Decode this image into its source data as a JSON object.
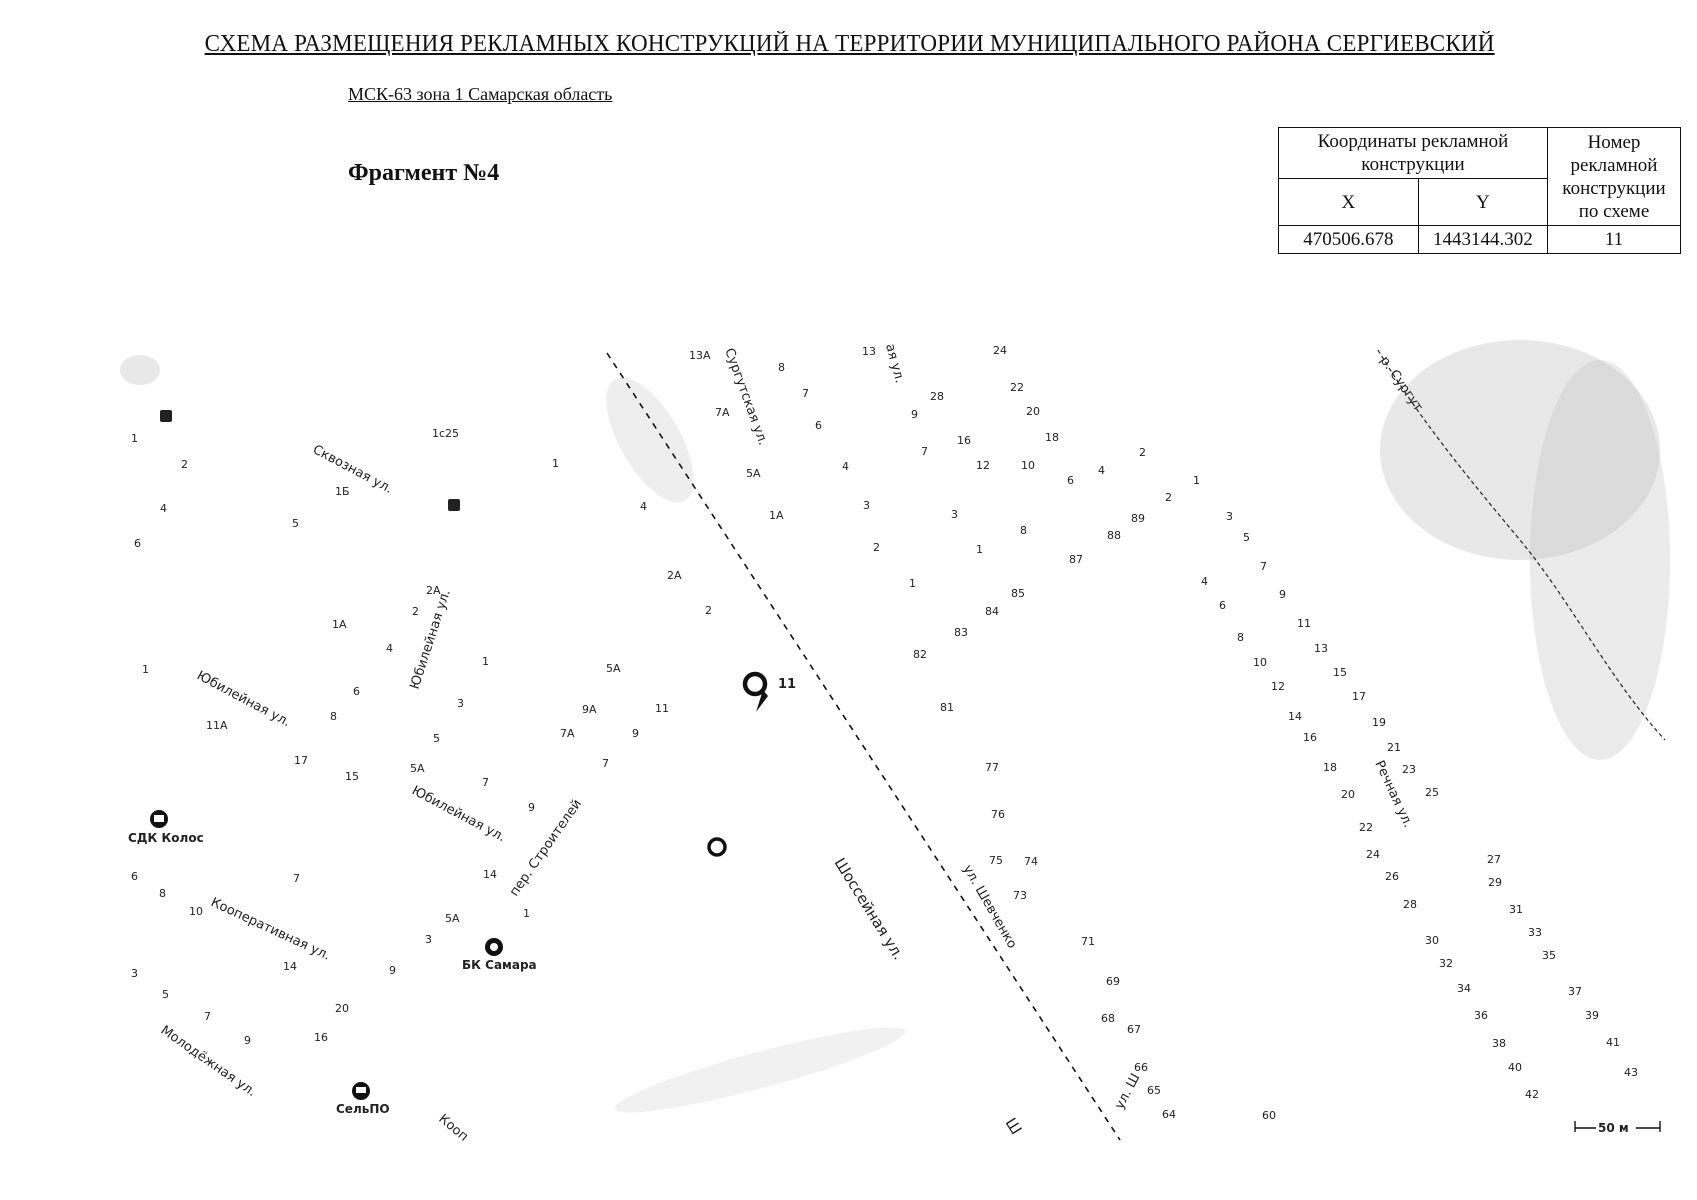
{
  "title": "СХЕМА РАЗМЕЩЕНИЯ РЕКЛАМНЫХ КОНСТРУКЦИЙ НА ТЕРРИТОРИИ МУНИЦИПАЛЬНОГО РАЙОНА СЕРГИЕВСКИЙ",
  "subtitle": "МСК-63 зона 1 Самарская область",
  "fragment": "Фрагмент №4",
  "table": {
    "header_coords": "Координаты рекламной конструкции",
    "header_number": "Номер рекламной конструкции по схеме",
    "col_x": "X",
    "col_y": "Y",
    "rows": [
      {
        "x": "470506.678",
        "y": "1443144.302",
        "num": "11"
      }
    ]
  },
  "map": {
    "marker_label": "11",
    "streets": {
      "skvoznaya": "Сквозная ул.",
      "surgutskaya": "Сургутская ул.",
      "top_partial": "ая ул.",
      "surgut_river": "р. Сургут",
      "yubileynaya_v": "Юбилейная ул.",
      "yubileynaya_1": "Юбилейная ул.",
      "yubileynaya_2": "Юбилейная ул.",
      "stroiteley": "пер. Строителей",
      "kooperativnaya": "Кооперативная ул.",
      "molodezhnaya": "Молодёжная ул.",
      "shosseynaya": "Шоссейная ул.",
      "shevchenko": "ул. Шевченко",
      "rechnaya": "Речная ул.",
      "koop_partial": "Кооп",
      "sh_partial": "Ш",
      "sh2_partial": "ул. Ш"
    },
    "pois": {
      "sdk": "СДК Колос",
      "bk": "БК Самара",
      "selpo": "СельПО"
    },
    "scale": "50 м",
    "house_numbers": {
      "n1": "1",
      "n2": "2",
      "n3": "4",
      "n4": "6",
      "n5": "5",
      "n6": "1Б",
      "n7": "1с25",
      "n8": "1",
      "n9": "4",
      "n10": "2А",
      "n11": "2",
      "n12": "1А",
      "n13": "4",
      "n14": "1",
      "n15": "1",
      "n16": "6",
      "n17": "3",
      "n18": "8",
      "n19": "11А",
      "n20": "5",
      "n21": "17",
      "n22": "15",
      "n23": "5А",
      "n24": "7",
      "n25": "9",
      "n26": "2А",
      "n27": "2",
      "n28": "5А",
      "n29": "9А",
      "n30": "11",
      "n31": "7А",
      "n32": "9",
      "n33": "7",
      "n34": "6",
      "n35": "8",
      "n36": "10",
      "n37": "7",
      "n38": "14",
      "n39": "1",
      "n40": "5А",
      "n41": "3",
      "n42": "3",
      "n43": "14",
      "n44": "9",
      "n45": "5",
      "n46": "7",
      "n47": "9",
      "n48": "20",
      "n49": "16",
      "n50": "13А",
      "n51": "8",
      "n52": "7",
      "n53": "7А",
      "n54": "6",
      "n55": "5А",
      "n56": "4",
      "n57": "1А",
      "n58": "3",
      "n59": "2",
      "n60": "1",
      "n61": "13",
      "n62": "24",
      "n63": "22",
      "n64": "28",
      "n65": "9",
      "n66": "20",
      "n67": "16",
      "n68": "18",
      "n69": "7",
      "n70": "12",
      "n71": "10",
      "n72": "6",
      "n73": "4",
      "n74": "2",
      "n75": "3",
      "n76": "8",
      "n77": "1",
      "n78": "87",
      "n79": "88",
      "n80": "89",
      "n81": "2",
      "n82": "1",
      "n83": "85",
      "n84": "84",
      "n85": "83",
      "n86": "82",
      "n87": "81",
      "n88": "77",
      "n89": "76",
      "n90": "75",
      "n91": "74",
      "n92": "73",
      "n93": "71",
      "n94": "69",
      "n95": "68",
      "n96": "67",
      "n97": "66",
      "n98": "65",
      "n99": "64",
      "n100": "60",
      "n101": "3",
      "n102": "5",
      "n103": "7",
      "n104": "4",
      "n105": "9",
      "n106": "6",
      "n107": "11",
      "n108": "8",
      "n109": "13",
      "n110": "10",
      "n111": "15",
      "n112": "12",
      "n113": "17",
      "n114": "14",
      "n115": "16",
      "n116": "19",
      "n117": "21",
      "n118": "18",
      "n119": "23",
      "n120": "20",
      "n121": "25",
      "n122": "22",
      "n123": "24",
      "n124": "26",
      "n125": "27",
      "n126": "28",
      "n127": "29",
      "n128": "31",
      "n129": "30",
      "n130": "33",
      "n131": "32",
      "n132": "35",
      "n133": "34",
      "n134": "36",
      "n135": "37",
      "n136": "39",
      "n137": "38",
      "n138": "40",
      "n139": "41",
      "n140": "42",
      "n141": "43"
    }
  }
}
